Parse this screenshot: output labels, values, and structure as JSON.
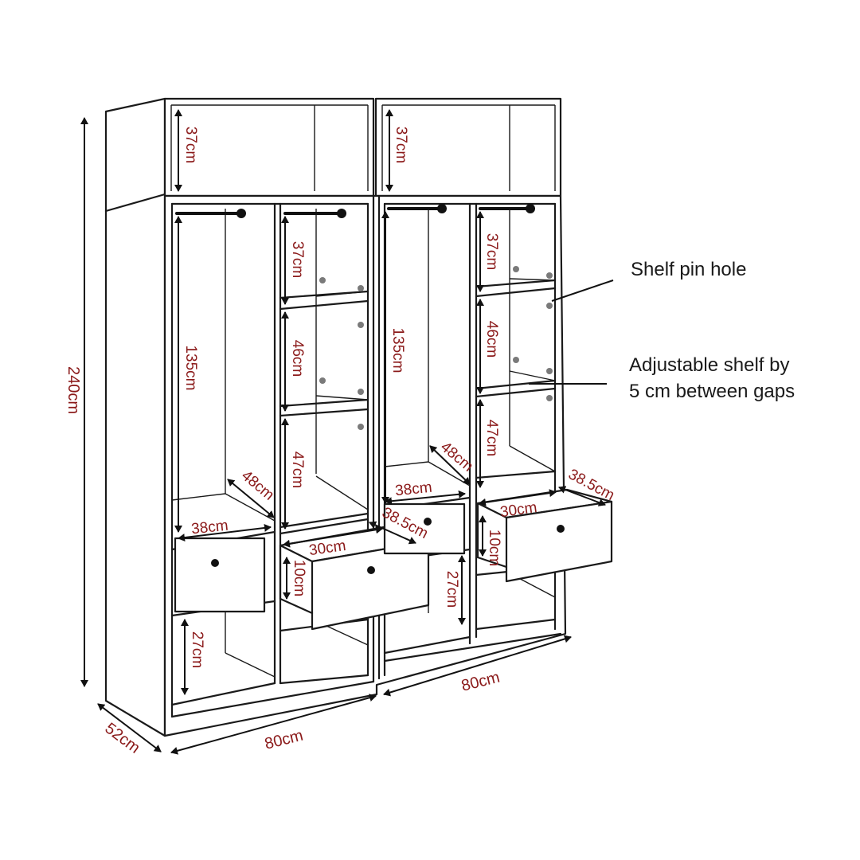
{
  "annotations": {
    "shelf_pin_hole": "Shelf pin hole",
    "adjustable_line1": "Adjustable shelf by",
    "adjustable_line2": "5 cm between gaps"
  },
  "dimensions": {
    "total_height": "240cm",
    "depth": "52cm",
    "width_left": "80cm",
    "width_right": "80cm",
    "top_left": "37cm",
    "top_right": "37cm",
    "hang_left": "135cm",
    "hang_right": "135cm",
    "shelf1_left": "37cm",
    "shelf2_left": "46cm",
    "shelf3_left": "47cm",
    "shelf1_right": "37cm",
    "shelf2_right": "46cm",
    "shelf3_right": "47cm",
    "depth_inner_left": "48cm",
    "width_inner_left": "38cm",
    "depth_inner_right": "48cm",
    "width_inner_right": "38cm",
    "drawer_width_left": "30cm",
    "drawer_depth_left": "38.5cm",
    "drawer_height_left": "10cm",
    "drawer_width_right": "30cm",
    "drawer_depth_right": "38.5cm",
    "drawer_height_right": "10cm",
    "bottom_left": "27cm",
    "bottom_right": "27cm"
  }
}
